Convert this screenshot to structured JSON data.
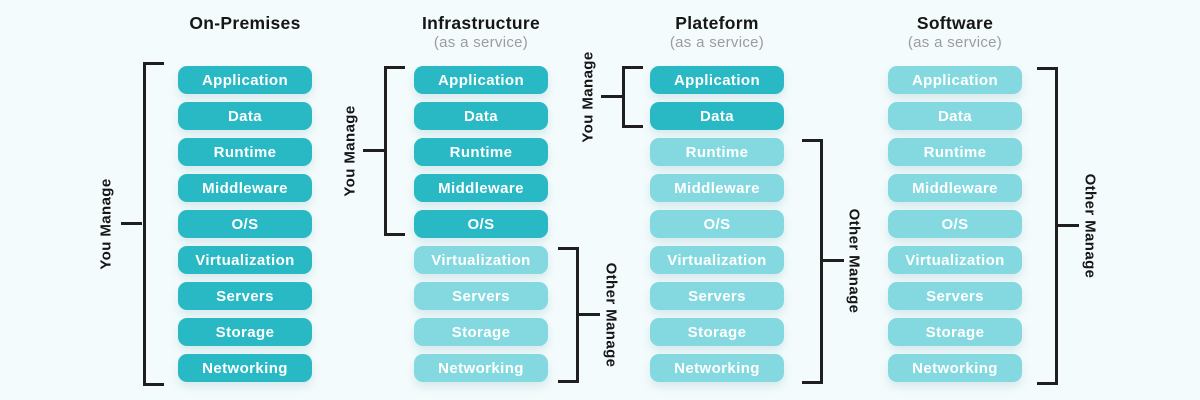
{
  "colors": {
    "managed": "#29b9c5",
    "unmanaged": "#84d9e0",
    "background": "#f4fbfc",
    "bracket": "#1f1f1f",
    "title": "#161616",
    "subtitle": "#9c9c9c",
    "layer_text": "#ffffff"
  },
  "layers": [
    "Application",
    "Data",
    "Runtime",
    "Middleware",
    "O/S",
    "Virtualization",
    "Servers",
    "Storage",
    "Networking"
  ],
  "bracket_labels": {
    "you_manage": "You Manage",
    "other_manage": "Other Manage"
  },
  "columns": [
    {
      "title": "On-Premises",
      "subtitle": "",
      "managed_layer_count": 9,
      "left_bracket": "You Manage",
      "right_bracket": ""
    },
    {
      "title": "Infrastructure",
      "subtitle": "(as a service)",
      "managed_layer_count": 5,
      "left_bracket": "You Manage",
      "right_bracket": "Other Manage"
    },
    {
      "title": "Plateform",
      "subtitle": "(as a service)",
      "managed_layer_count": 2,
      "left_bracket": "You Manage",
      "right_bracket": "Other Manage"
    },
    {
      "title": "Software",
      "subtitle": "(as a service)",
      "managed_layer_count": 0,
      "left_bracket": "",
      "right_bracket": "Other Manage"
    }
  ]
}
